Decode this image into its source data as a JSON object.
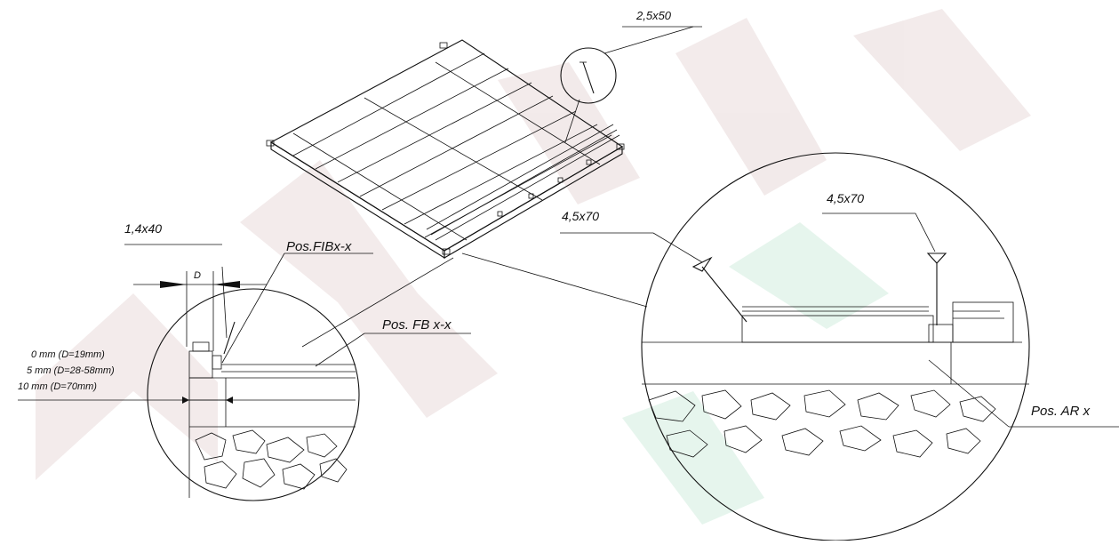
{
  "diagram": {
    "labels": {
      "nail_top": "2,5x50",
      "screw_center": "4,5x70",
      "screw_right": "4,5x70",
      "nail_left": "1,4x40",
      "dim_d": "D",
      "pos_fib": "Pos.FIBx-x",
      "pos_fb": "Pos. FB x-x",
      "pos_ar": "Pos. AR x"
    },
    "gap_notes": [
      "0  mm  (D=19mm)",
      "5  mm  (D=28-58mm)",
      "10  mm  (D=70mm)"
    ],
    "colors": {
      "line": "#111111",
      "watermark_primary": "#c9a5a5",
      "watermark_secondary": "#8fd0ad"
    }
  }
}
